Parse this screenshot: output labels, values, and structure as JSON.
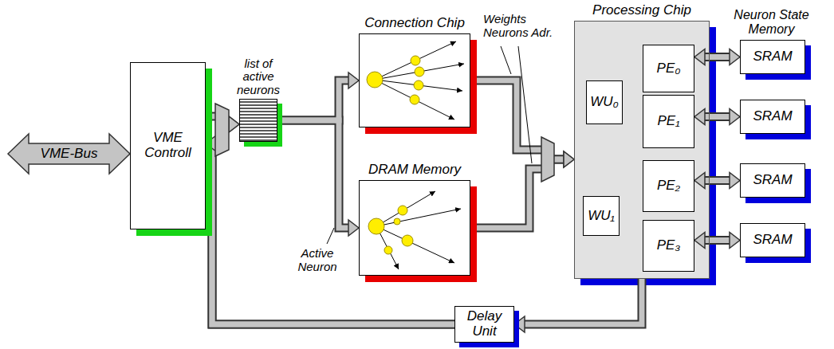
{
  "diagram": {
    "nodes": [
      {
        "text": [
          "VME-Bus"
        ]
      },
      {
        "text": [
          "VME Controll"
        ]
      },
      {
        "text": [
          "list of active neurons"
        ]
      },
      {
        "text": [
          "Connection Chip"
        ]
      },
      {
        "text": [
          "DRAM Memory"
        ]
      },
      {
        "text": [
          "Processing Chip"
        ]
      },
      {
        "text": [
          "WU₀"
        ],
        "in": 5
      },
      {
        "text": [
          "WU₁"
        ],
        "in": 5
      },
      {
        "text": [
          "PE₀"
        ],
        "in": 5
      },
      {
        "text": [
          "PE₁"
        ],
        "in": 5
      },
      {
        "text": [
          "PE₂"
        ],
        "in": 5
      },
      {
        "text": [
          "PE₃"
        ],
        "in": 5
      },
      {
        "text": [
          "SRAM"
        ]
      },
      {
        "text": [
          "SRAM"
        ]
      },
      {
        "text": [
          "SRAM"
        ]
      },
      {
        "text": [
          "SRAM"
        ]
      },
      {
        "text": [
          "Delay Unit"
        ]
      }
    ],
    "edges": [
      {
        "from": 1,
        "to": 2,
        "arrow": "to"
      },
      {
        "from": 16,
        "to": 1,
        "arrow": "to"
      },
      {
        "from": 16,
        "to": 2,
        "arrow": "to"
      },
      {
        "from": 2,
        "to": 3,
        "arrow": "to"
      },
      {
        "from": 2,
        "to": 4,
        "arrow": "to"
      },
      {
        "from": 3,
        "to": 5,
        "arrow": "to"
      },
      {
        "from": 4,
        "to": 5,
        "arrow": "to"
      },
      {
        "from": 8,
        "to": 12,
        "arrow": "both"
      },
      {
        "from": 9,
        "to": 13,
        "arrow": "both"
      },
      {
        "from": 10,
        "to": 14,
        "arrow": "both"
      },
      {
        "from": 11,
        "to": 15,
        "arrow": "both"
      },
      {
        "from": 5,
        "to": 16,
        "arrow": "to"
      }
    ],
    "labels": [
      "Weights Neurons Adr.",
      "Active Neuron",
      "Neuron State Memory"
    ]
  }
}
